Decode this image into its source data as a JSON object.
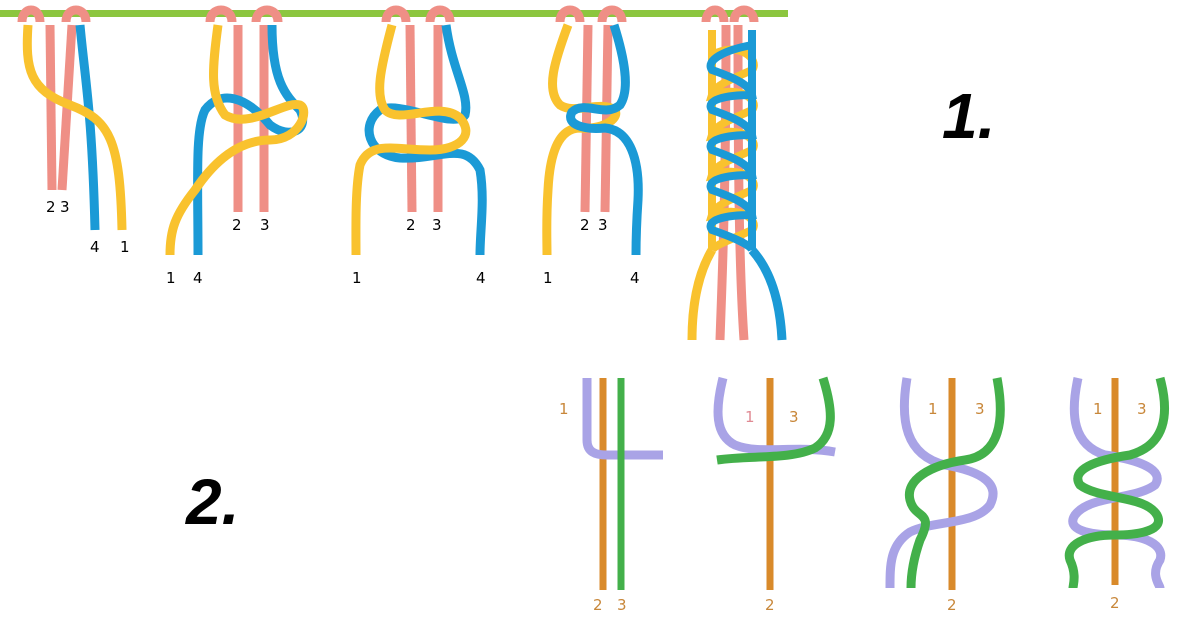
{
  "section_labels": {
    "one": "1.",
    "two": "2."
  },
  "colors": {
    "rod": "#8cc63f",
    "cord_yellow": "#f9c22e",
    "cord_pink": "#ef8f86",
    "cord_blue": "#1b9ad6",
    "cord_lilac": "#a9a3e6",
    "cord_orange": "#d98a2b",
    "cord_green": "#43b04a",
    "label_text": "#000000",
    "label_orange": "#c8873a",
    "label_pink": "#e08a93"
  },
  "top_steps": [
    {
      "labels": [
        "2",
        "3",
        "4",
        "1"
      ]
    },
    {
      "labels": [
        "2",
        "3",
        "1",
        "4"
      ]
    },
    {
      "labels": [
        "2",
        "3",
        "1",
        "4"
      ]
    },
    {
      "labels": [
        "2",
        "3",
        "1",
        "4"
      ]
    },
    {
      "labels": []
    }
  ],
  "bottom_steps": [
    {
      "labels": [
        "1",
        "2",
        "3"
      ]
    },
    {
      "labels": [
        "1",
        "3",
        "2"
      ]
    },
    {
      "labels": [
        "1",
        "3",
        "2"
      ]
    },
    {
      "labels": [
        "1",
        "3",
        "2"
      ]
    }
  ]
}
